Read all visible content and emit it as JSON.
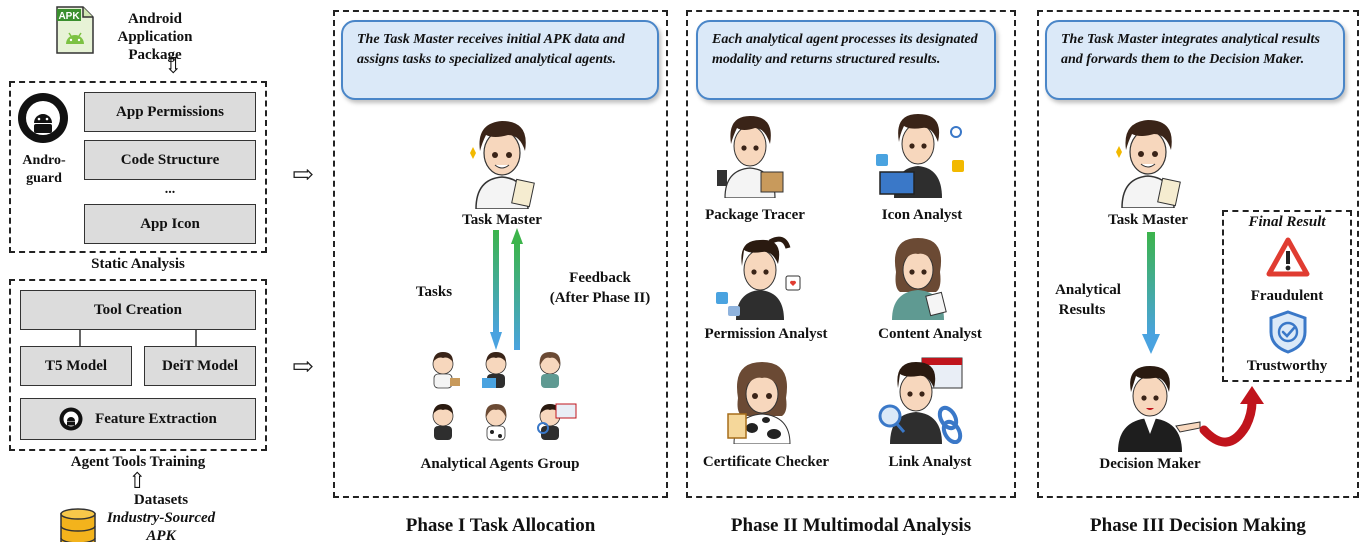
{
  "left": {
    "apk_badge": "APK",
    "apk_title": "Android Application Package",
    "static_box": {
      "items": [
        "App Permissions",
        "Code Structure",
        "...",
        "App Icon"
      ],
      "andro_label": "Andro-guard",
      "caption": "Static Analysis"
    },
    "tools_box": {
      "tool_creation": "Tool Creation",
      "t5": "T5 Model",
      "deit": "DeiT Model",
      "feature": "Feature Extraction",
      "caption": "Agent Tools Training"
    },
    "datasets": "Datasets",
    "industry": "Industry-Sourced",
    "apk_cut": "APK"
  },
  "phase1": {
    "bubble": "The Task Master receives initial APK data and  assigns tasks to specialized analytical agents.",
    "task_master": "Task Master",
    "tasks": "Tasks",
    "feedback": "Feedback",
    "feedback_sub": "(After Phase II)",
    "group": "Analytical Agents Group",
    "title": "Phase I Task Allocation"
  },
  "phase2": {
    "bubble": "Each analytical agent processes its designated modality and returns structured results.",
    "agents": [
      "Package Tracer",
      "Icon Analyst",
      "Permission Analyst",
      "Content Analyst",
      "Certificate Checker",
      "Link Analyst"
    ],
    "title": "Phase II Multimodal Analysis"
  },
  "phase3": {
    "bubble": "The Task Master integrates analytical results and forwards them to the Decision Maker.",
    "task_master": "Task Master",
    "analytical": "Analytical",
    "results": "Results",
    "final_result": "Final Result",
    "fraudulent": "Fraudulent",
    "trustworthy": "Trustworthy",
    "decision_maker": "Decision Maker",
    "title": "Phase III Decision Making"
  },
  "colors": {
    "bubble_fill": "#dbe9f8",
    "bubble_border": "#4a86c8",
    "arrow_green": "#3cb44b",
    "arrow_blue": "#4aa3e0",
    "warning_red": "#e03c31",
    "shield_blue": "#3a78c8",
    "curve_red": "#c0141c"
  }
}
